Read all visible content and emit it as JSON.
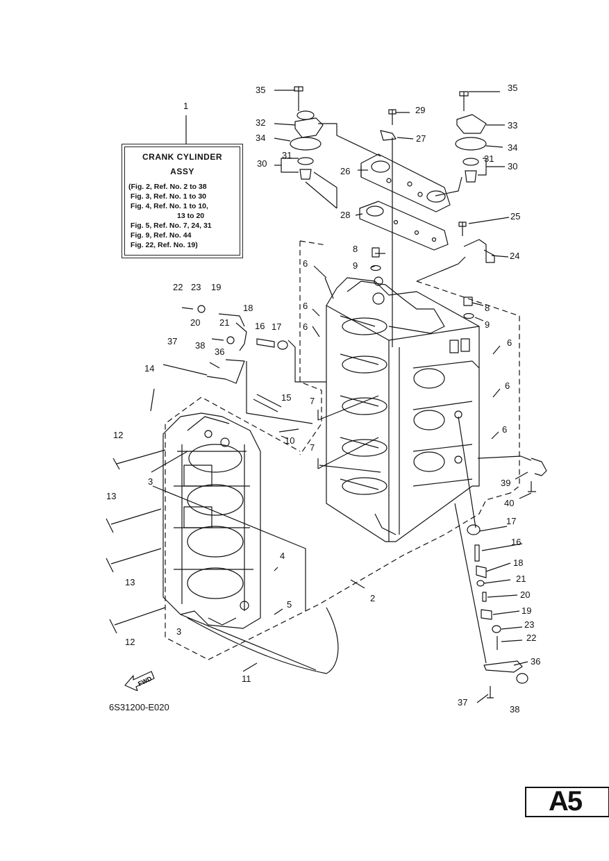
{
  "assy_box": {
    "title_line1": "CRANK CYLINDER",
    "title_line2": "ASSY",
    "refs": [
      "(Fig. 2, Ref. No. 2 to 38",
      " Fig. 3, Ref. No. 1 to 30",
      " Fig. 4, Ref. No. 1 to 10,",
      "                        13 to 20",
      " Fig. 5, Ref. No. 7, 24, 31",
      " Fig. 9, Ref. No. 44",
      " Fig. 22, Ref. No. 19)"
    ]
  },
  "callouts": {
    "c1": "1",
    "c2": "2",
    "c3a": "3",
    "c3b": "3",
    "c4": "4",
    "c5": "5",
    "c6a": "6",
    "c6b": "6",
    "c6c": "6",
    "c6d": "6",
    "c6e": "6",
    "c6f": "6",
    "c7a": "7",
    "c7b": "7",
    "c8a": "8",
    "c8b": "8",
    "c9a": "9",
    "c9b": "9",
    "c10": "10",
    "c11": "11",
    "c12a": "12",
    "c12b": "12",
    "c13a": "13",
    "c13b": "13",
    "c14": "14",
    "c15": "15",
    "c16a": "16",
    "c16b": "16",
    "c17a": "17",
    "c17b": "17",
    "c18a": "18",
    "c18b": "18",
    "c19a": "19",
    "c19b": "19",
    "c20a": "20",
    "c20b": "20",
    "c21a": "21",
    "c21b": "21",
    "c22a": "22",
    "c22b": "22",
    "c23a": "23",
    "c23b": "23",
    "c24": "24",
    "c25": "25",
    "c26": "26",
    "c27": "27",
    "c28": "28",
    "c29": "29",
    "c30a": "30",
    "c30b": "30",
    "c31a": "31",
    "c31b": "31",
    "c32": "32",
    "c33": "33",
    "c34a": "34",
    "c34b": "34",
    "c35a": "35",
    "c35b": "35",
    "c36a": "36",
    "c36b": "36",
    "c37a": "37",
    "c37b": "37",
    "c38a": "38",
    "c38b": "38",
    "c39": "39",
    "c40": "40"
  },
  "fwd_label": "FWD",
  "diagram_code": "6S31200-E020",
  "page_id": "A5"
}
